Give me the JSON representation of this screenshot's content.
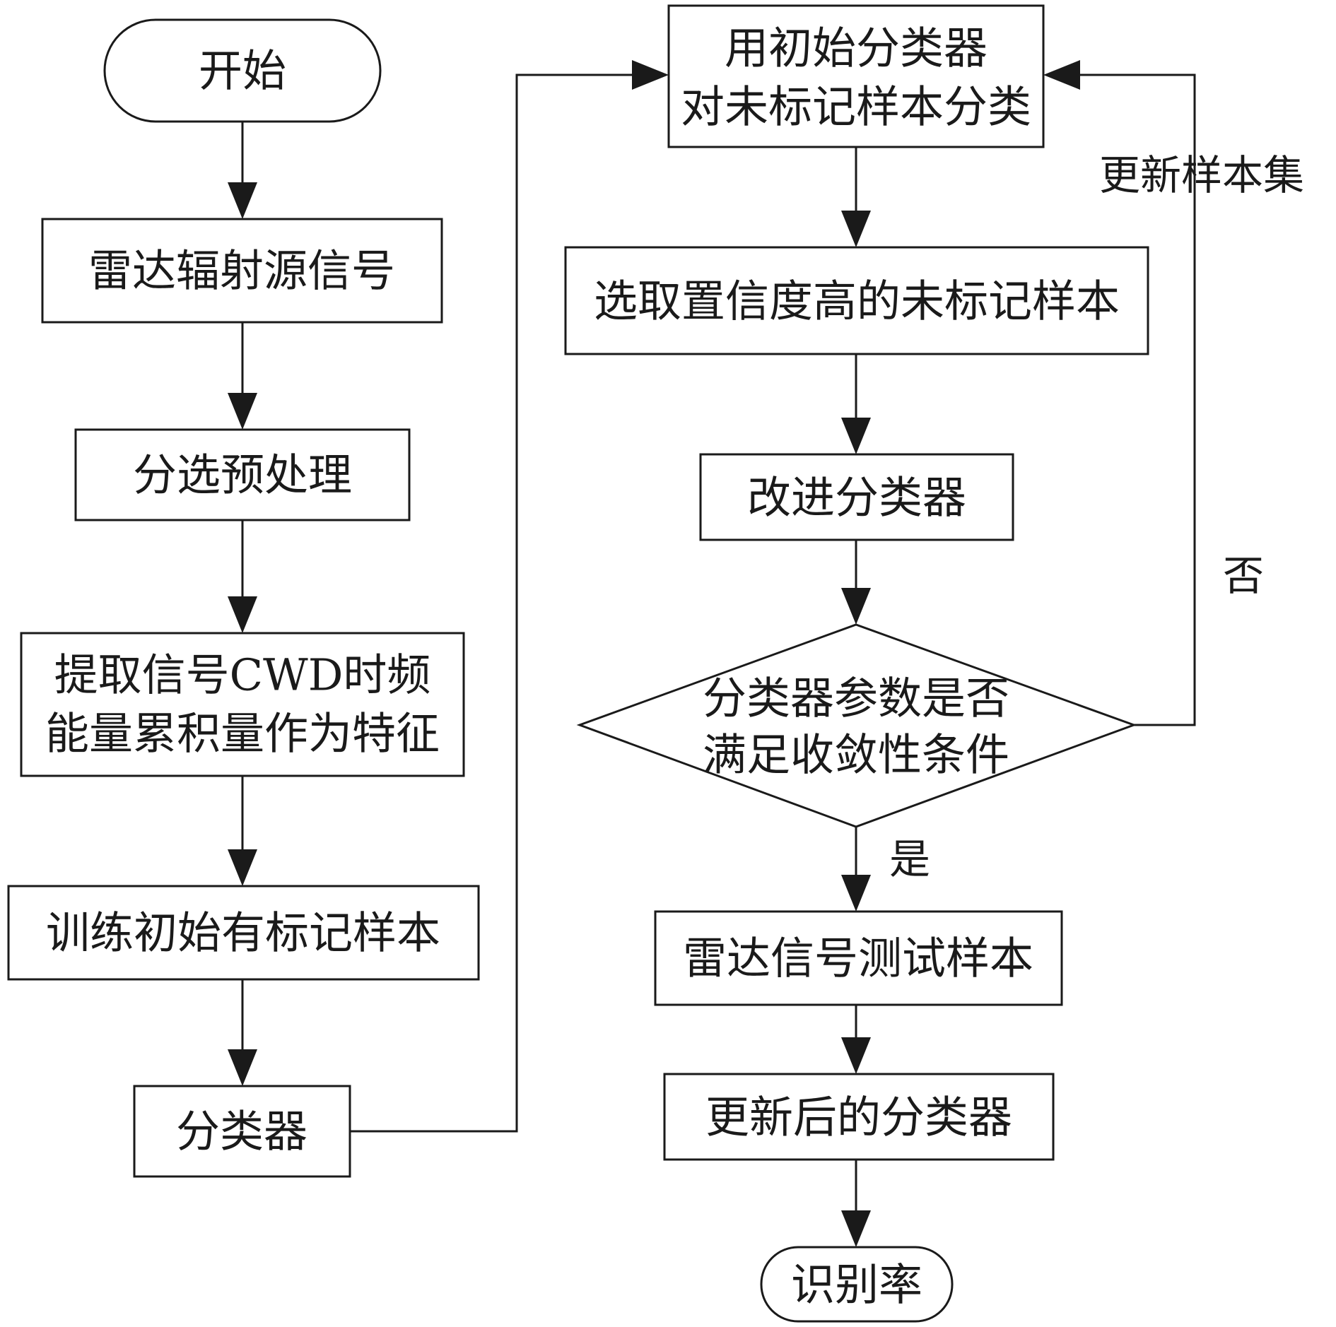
{
  "nodes": {
    "start": "开始",
    "radar_source": "雷达辐射源信号",
    "preprocess": "分选预处理",
    "extract_line1": "提取信号CWD时频",
    "extract_line2": "能量累积量作为特征",
    "train": "训练初始有标记样本",
    "classifier": "分类器",
    "classify_line1": "用初始分类器",
    "classify_line2": "对未标记样本分类",
    "select": "选取置信度高的未标记样本",
    "improve": "改进分类器",
    "decision_line1": "分类器参数是否",
    "decision_line2": "满足收敛性条件",
    "test_samples": "雷达信号测试样本",
    "updated": "更新后的分类器",
    "end": "识别率"
  },
  "edges": {
    "update_set": "更新样本集",
    "no": "否",
    "yes": "是"
  }
}
